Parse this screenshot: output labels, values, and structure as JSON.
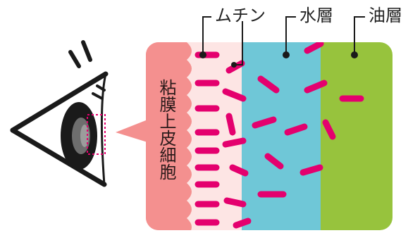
{
  "labels": {
    "mucin": "ムチン",
    "water_layer": "水層",
    "oil_layer": "油層",
    "epithelium": "粘膜上皮細胞"
  },
  "icons": {
    "eye": "eye-icon",
    "callout": "callout-pointer"
  },
  "colors": {
    "epithelium": "#f4908f",
    "mucin_layer": "#fde5e4",
    "water_layer": "#6fc7d7",
    "oil_layer": "#97c33d",
    "molecule": "#e4006e",
    "leader": "#1a1a1a",
    "eye_outline": "#1a1a1a"
  }
}
